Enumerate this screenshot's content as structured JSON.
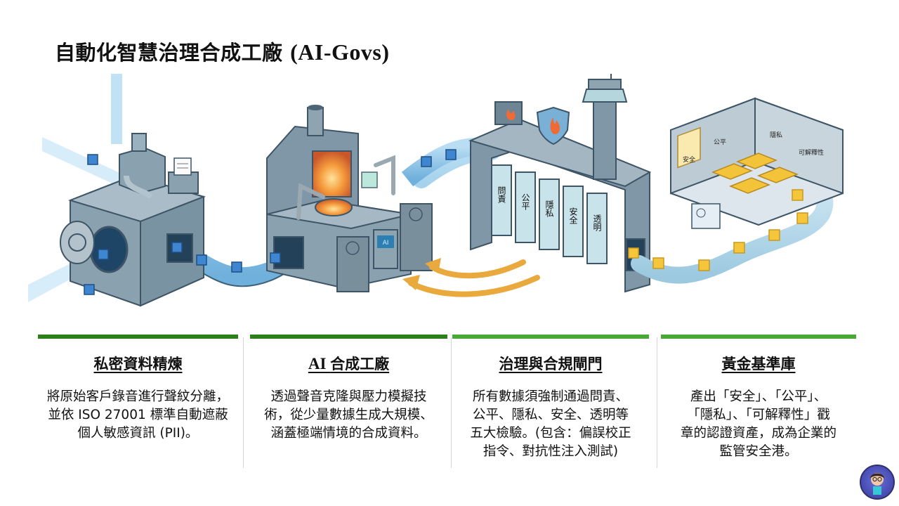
{
  "slide": {
    "title_cjk": "自動化智慧治理合成工廠 ",
    "title_latin": "(AI-Govs)"
  },
  "illustration": {
    "stages": [
      {
        "name": "private-data-refinery",
        "elements": [
          "vault-door",
          "input-pipes",
          "shredder-with-document",
          "blue-data-cubes"
        ]
      },
      {
        "name": "ai-synthesis-factory",
        "elements": [
          "chimney",
          "furnace",
          "robotic-arms",
          "server-racks",
          "ai-monitor"
        ],
        "monitor_label": "AI"
      },
      {
        "name": "governance-gate",
        "elements": [
          "firewall",
          "shield-with-flame",
          "control-tower",
          "feedback-arrows"
        ],
        "pillars": [
          "問責",
          "公平",
          "隱私",
          "安全",
          "透明"
        ]
      },
      {
        "name": "golden-benchmark-vault",
        "elements": [
          "gold-bars",
          "passport-certificate",
          "gold-data-cubes"
        ],
        "signs": [
          "安全",
          "公平",
          "隱私",
          "可解釋性"
        ]
      }
    ],
    "colors": {
      "steel": "#7f97a6",
      "steel_dark": "#566f7f",
      "steel_light": "#a9bcc7",
      "conveyor": "#8cc4e8",
      "data_cube": "#3f86d1",
      "gold": "#f3c33a",
      "arrow": "#f0b54a",
      "furnace": "#f29a3a"
    }
  },
  "cards": [
    {
      "heading": "私密資料精煉",
      "heading_latin": "",
      "body": "將原始客戶錄音進行聲紋分離，\n並依 ISO 27001 標準自動遮蔽\n個人敏感資訊 (PII)。",
      "bar_color": "#2b8019"
    },
    {
      "heading": "合成工廠",
      "heading_latin": "AI ",
      "body": "透過聲音克隆與壓力模擬技\n術，從少量數據生成大規模、\n涵蓋極端情境的合成資料。",
      "bar_color": "#2b8019"
    },
    {
      "heading": "治理與合規閘門",
      "heading_latin": "",
      "body": "所有數據須強制通過問責、\n公平、隱私、安全、透明等\n五大檢驗。(包含：偏誤校正\n指令、對抗性注入測試)",
      "bar_color": "#4aa837"
    },
    {
      "heading": "黃金基準庫",
      "heading_latin": "",
      "body": "產出「安全」、「公平」、\n「隱私」、「可解釋性」戳\n章的認證資產，成為企業的\n監管安全港。",
      "bar_color": "#4aa837"
    }
  ],
  "avatar": {
    "description": "presenter-avatar"
  }
}
